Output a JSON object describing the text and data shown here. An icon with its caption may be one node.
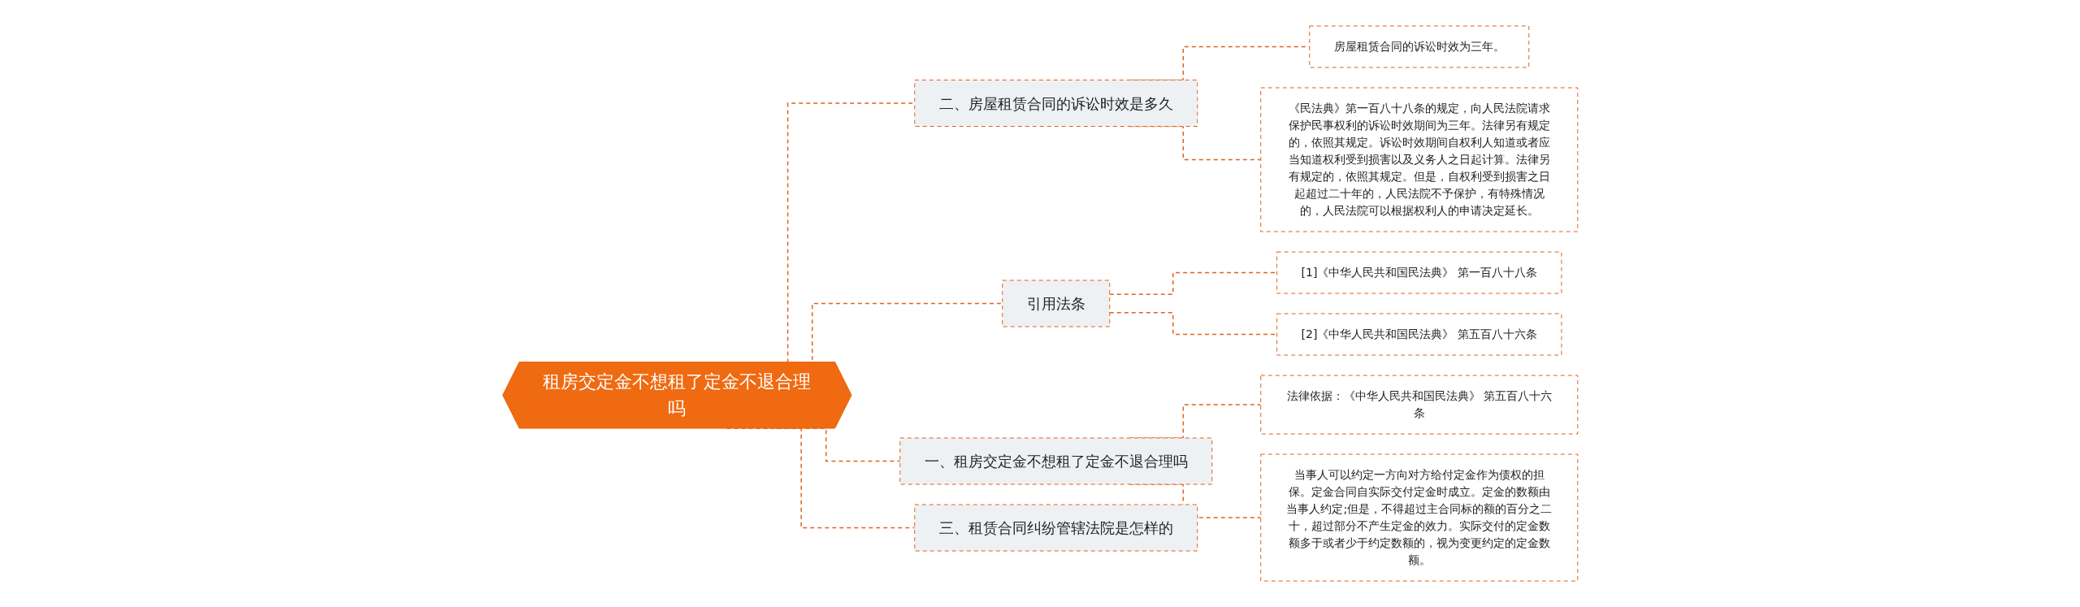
{
  "diagram": {
    "nodes": [
      {
        "text": [
          "租房交定金不想租了定金不退合理吗"
        ]
      },
      {
        "text": [
          "二、房屋租赁合同的诉讼时效是多久"
        ]
      },
      {
        "text": [
          "房屋租赁合同的诉讼时效为三年。"
        ]
      },
      {
        "text": [
          "《民法典》第一百八十八条的规定，向人民法院请求保护民事权利的诉讼时效期间为三年。法律另有规定的，依照其规定。诉讼时效期间自权利人知道或者应当知道权利受到损害以及义务人之日起计算。法律另有规定的，依照其规定。但是，自权利受到损害之日起超过二十年的，人民法院不予保护，有特殊情况的，人民法院可以根据权利人的申请决定延长。"
        ]
      },
      {
        "text": [
          "引用法条"
        ]
      },
      {
        "text": [
          "[1]《中华人民共和国民法典》 第一百八十八条"
        ]
      },
      {
        "text": [
          "[2]《中华人民共和国民法典》 第五百八十六条"
        ]
      },
      {
        "text": [
          "一、租房交定金不想租了定金不退合理吗"
        ]
      },
      {
        "text": [
          "法律依据：《中华人民共和国民法典》 第五百八十六条"
        ]
      },
      {
        "text": [
          "当事人可以约定一方向对方给付定金作为债权的担保。定金合同自实际交付定金时成立。定金的数额由当事人约定;但是，不得超过主合同标的额的百分之二十，超过部分不产生定金的效力。实际交付的定金数额多于或者少于约定数额的，视为变更约定的定金数额。"
        ]
      },
      {
        "text": [
          "三、租赁合同纠纷管辖法院是怎样的"
        ]
      }
    ],
    "edges": [
      {
        "from": 0,
        "to": 1,
        "arrow": "none",
        "style": "dashed"
      },
      {
        "from": 1,
        "to": 2,
        "arrow": "none",
        "style": "dashed"
      },
      {
        "from": 1,
        "to": 3,
        "arrow": "none",
        "style": "dashed"
      },
      {
        "from": 0,
        "to": 4,
        "arrow": "none",
        "style": "dashed"
      },
      {
        "from": 4,
        "to": 5,
        "arrow": "none",
        "style": "dashed"
      },
      {
        "from": 4,
        "to": 6,
        "arrow": "none",
        "style": "dashed"
      },
      {
        "from": 0,
        "to": 7,
        "arrow": "none",
        "style": "dashed"
      },
      {
        "from": 7,
        "to": 8,
        "arrow": "none",
        "style": "dashed"
      },
      {
        "from": 7,
        "to": 9,
        "arrow": "none",
        "style": "dashed"
      },
      {
        "from": 0,
        "to": 10,
        "arrow": "none",
        "style": "dashed"
      }
    ]
  }
}
